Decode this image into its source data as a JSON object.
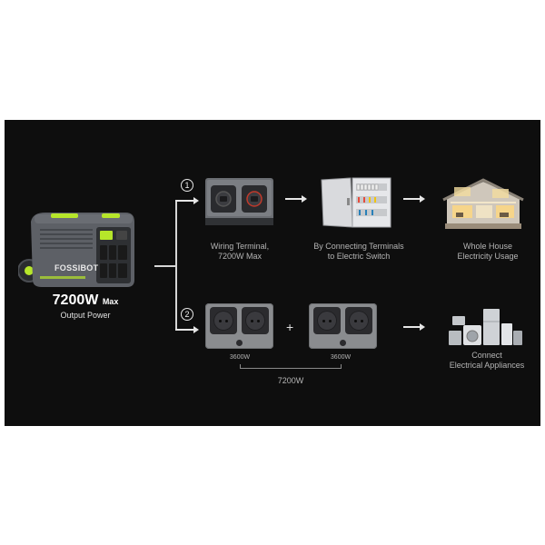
{
  "generator": {
    "brand": "FOSSIBOT",
    "power_value": "7200W",
    "power_suffix": "Max",
    "power_caption": "Output Power"
  },
  "route1": {
    "marker": "1",
    "steps": [
      {
        "label_line1": "Wiring Terminal,",
        "label_line2": "7200W Max"
      },
      {
        "label_line1": "By Connecting Terminals",
        "label_line2": "to Electric Switch"
      },
      {
        "label_line1": "Whole House",
        "label_line2": "Electricity Usage"
      }
    ]
  },
  "route2": {
    "marker": "2",
    "outlet_a_label": "3600W",
    "outlet_b_label": "3600W",
    "plus_sign": "+",
    "total_label": "7200W",
    "end_line1": "Connect",
    "end_line2": "Electrical Appliances"
  },
  "colors": {
    "panel_bg": "#0e0e0e",
    "generator_body": "#5d6066",
    "accent_green": "#b6e62a",
    "line": "#d6d6d6",
    "caption": "#b5b5b5"
  }
}
